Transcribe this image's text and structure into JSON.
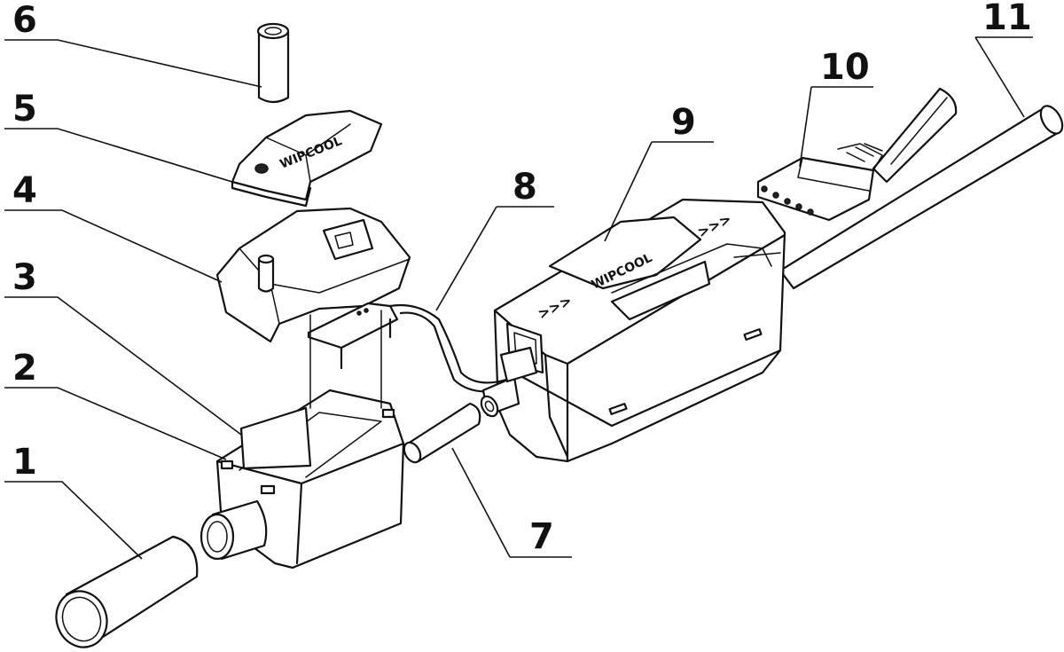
{
  "labels": [
    "1",
    "2",
    "3",
    "4",
    "5",
    "6",
    "7",
    "8",
    "9",
    "10",
    "11"
  ],
  "brand_text": "WIPCOOL",
  "chevrons": ">>>"
}
